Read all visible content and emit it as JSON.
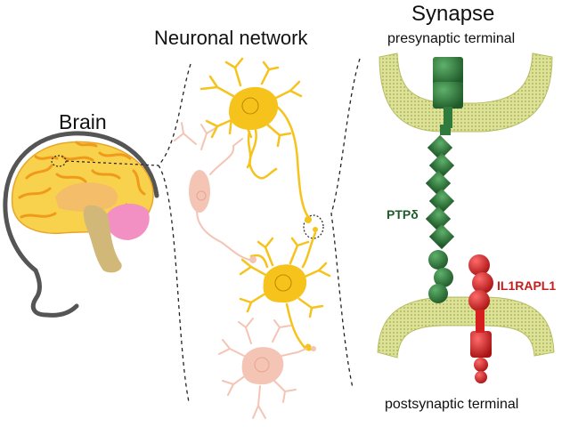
{
  "labels": {
    "brain": "Brain",
    "network": "Neuronal network",
    "synapse": "Synapse",
    "presynaptic": "presynaptic terminal",
    "postsynaptic": "postsynaptic terminal",
    "ptp": "PTPδ",
    "il1rapl1": "IL1RAPL1"
  },
  "colors": {
    "neuron_active": "#f6c31c",
    "neuron_faded": "#f4c4b4",
    "membrane": "#d4d88a",
    "ptp_green": "#2f7a3c",
    "il1rapl1_red": "#d62020",
    "brain_cortex": "#f8d24c",
    "brain_gyri": "#f0a020",
    "cerebellum": "#f290c4",
    "brainstem": "#d2b878",
    "head_outline": "#555555"
  },
  "icons": [
    "brain-illustration",
    "neuron-icon",
    "synapse-illustration"
  ]
}
